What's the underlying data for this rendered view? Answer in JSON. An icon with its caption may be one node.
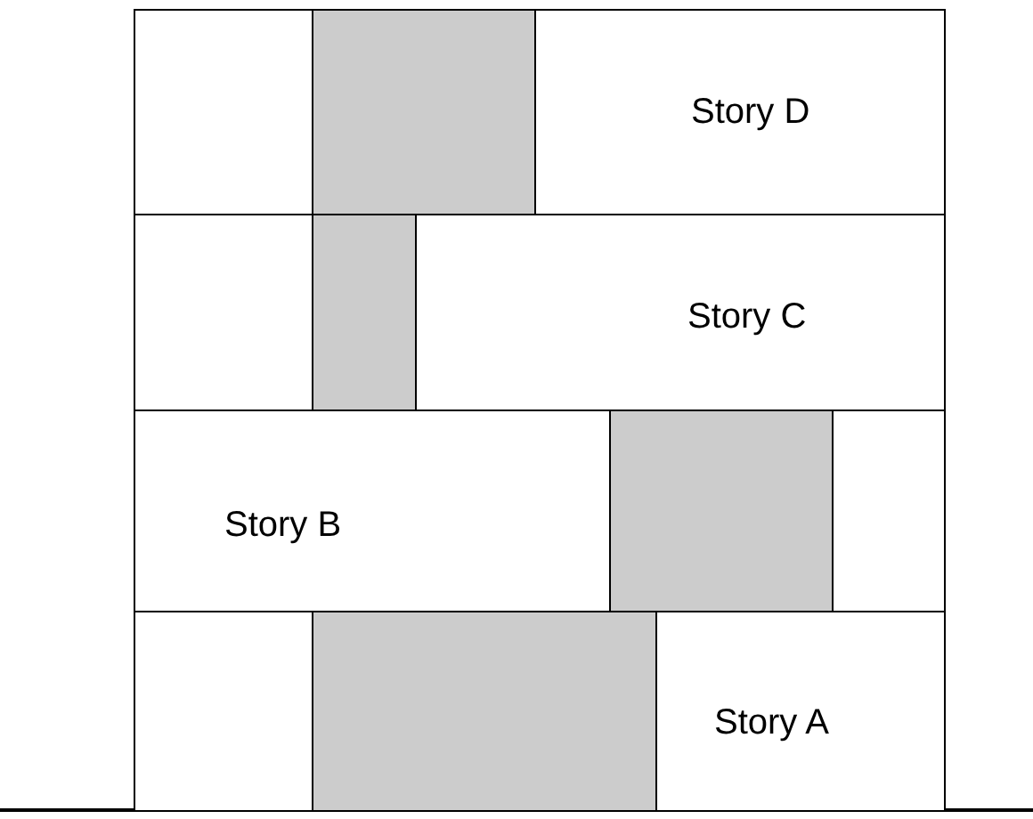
{
  "diagram": {
    "nodes": [
      {
        "text": [
          "Story D"
        ]
      },
      {
        "text": [],
        "shape": "box",
        "in": 0
      },
      {
        "text": [
          "Story C"
        ]
      },
      {
        "text": [],
        "shape": "box",
        "in": 2
      },
      {
        "text": [
          "Story B"
        ]
      },
      {
        "text": [],
        "shape": "box",
        "in": 4
      },
      {
        "text": [
          "Story A"
        ]
      },
      {
        "text": [],
        "shape": "box",
        "in": 6
      }
    ],
    "edges": []
  }
}
